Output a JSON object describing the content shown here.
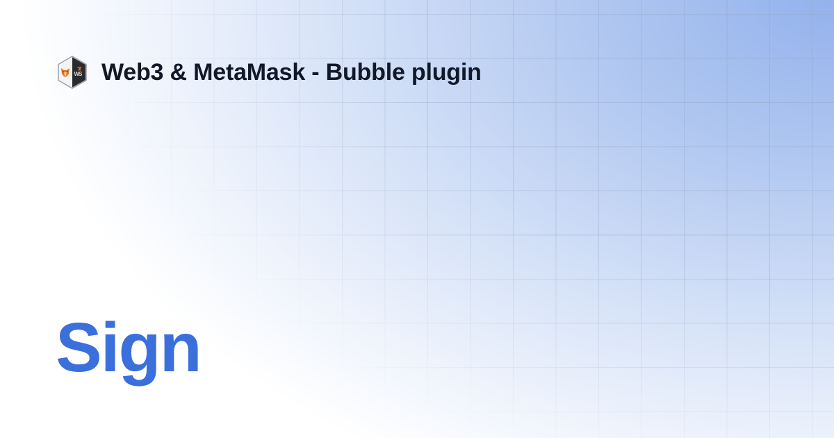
{
  "header": {
    "logo": {
      "icon": "web3-metamask-logo-icon",
      "badge_text": "W3S"
    },
    "title": "Web3 & MetaMask - Bubble plugin"
  },
  "main": {
    "headline": "Sign"
  },
  "colors": {
    "title": "#111827",
    "headline": "#3a6fdc",
    "gradient_corner": "#93b2ec",
    "background": "#ffffff",
    "logo_dark": "#2b2b2e",
    "logo_orange": "#e8731a"
  }
}
